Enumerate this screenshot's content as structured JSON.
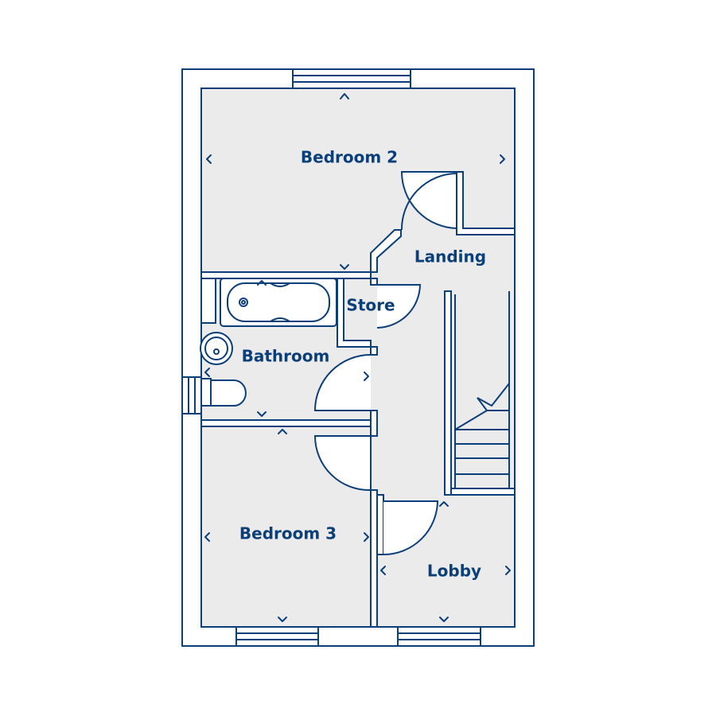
{
  "colors": {
    "wall": "#0b3f79",
    "floor": "#ebebeb",
    "background": "#ffffff"
  },
  "rooms": {
    "bedroom2": "Bedroom 2",
    "landing": "Landing",
    "store": "Store",
    "bathroom": "Bathroom",
    "bedroom3": "Bedroom 3",
    "lobby": "Lobby"
  }
}
